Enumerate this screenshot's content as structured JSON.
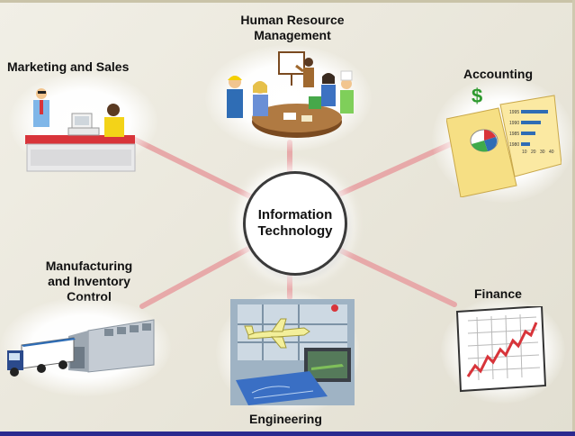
{
  "hub": {
    "line1": "Information",
    "line2": "Technology"
  },
  "nodes": {
    "hr": {
      "line1": "Human Resource",
      "line2": "Management"
    },
    "marketing": {
      "label": "Marketing and Sales"
    },
    "accounting": {
      "label": "Accounting",
      "icon": "dollar-sign",
      "chart_years": [
        "1995",
        "1990",
        "1985",
        "1980"
      ],
      "chart_ticks": [
        "10",
        "20",
        "30",
        "40"
      ]
    },
    "manufacturing": {
      "line1": "Manufacturing",
      "line2": "and Inventory",
      "line3": "Control"
    },
    "finance": {
      "label": "Finance"
    },
    "engineering": {
      "label": "Engineering"
    }
  },
  "colors": {
    "connector": "#e7a9a9",
    "hub_border": "#3a3a3a",
    "bottom_bar": "#2b2a8f",
    "background": "#ece9dd"
  }
}
